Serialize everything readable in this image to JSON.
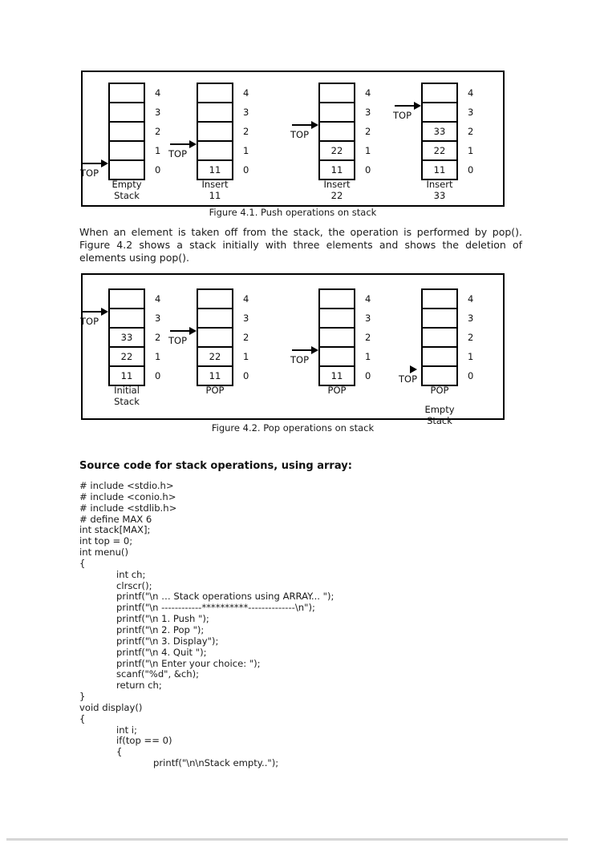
{
  "figures": [
    {
      "caption": "Figure 4.1. Push operations on stack",
      "top_label": "TOP",
      "index_labels": [
        "4",
        "3",
        "2",
        "1",
        "0"
      ],
      "stacks": [
        {
          "cells_bottom_up": [
            "",
            "",
            "",
            "",
            ""
          ],
          "top_index": 0,
          "label_lines": [
            "Empty",
            "Stack"
          ]
        },
        {
          "cells_bottom_up": [
            "11",
            "",
            "",
            "",
            ""
          ],
          "top_index": 1,
          "label_lines": [
            "Insert",
            "11"
          ]
        },
        {
          "cells_bottom_up": [
            "11",
            "22",
            "",
            "",
            ""
          ],
          "top_index": 2,
          "label_lines": [
            "Insert",
            "22"
          ]
        },
        {
          "cells_bottom_up": [
            "11",
            "22",
            "33",
            "",
            ""
          ],
          "top_index": 3,
          "label_lines": [
            "Insert",
            "33"
          ]
        }
      ]
    },
    {
      "caption": "Figure 4.2. Pop operations on stack",
      "top_label": "TOP",
      "index_labels": [
        "4",
        "3",
        "2",
        "1",
        "0"
      ],
      "stacks": [
        {
          "cells_bottom_up": [
            "11",
            "22",
            "33",
            "",
            ""
          ],
          "top_index": 3,
          "label_lines": [
            "Initial",
            "Stack"
          ]
        },
        {
          "cells_bottom_up": [
            "11",
            "22",
            "",
            "",
            ""
          ],
          "top_index": 2,
          "label_lines": [
            "POP"
          ]
        },
        {
          "cells_bottom_up": [
            "11",
            "",
            "",
            "",
            ""
          ],
          "top_index": 1,
          "label_lines": [
            "POP"
          ]
        },
        {
          "cells_bottom_up": [
            "",
            "",
            "",
            "",
            ""
          ],
          "top_index": 0,
          "label_lines": [
            "POP"
          ],
          "sub_label_lines": [
            "Empty",
            "Stack"
          ],
          "arrow_short": true
        }
      ]
    }
  ],
  "paragraph": {
    "lines": [
      "When an element is taken off from the stack, the operation is performed by pop().",
      "Figure 4.2 shows a stack initially with three elements and shows the deletion of",
      "elements using pop()."
    ]
  },
  "code": {
    "heading": "Source code for stack operations, using array:",
    "lines": [
      "# include <stdio.h>",
      "# include <conio.h>",
      "# include <stdlib.h>",
      "# define MAX 6",
      "int stack[MAX];",
      "int top = 0;",
      "int menu()",
      "{",
      "\tint ch;",
      "\tclrscr();",
      "\tprintf(\"\\n … Stack operations using ARRAY... \");",
      "\tprintf(\"\\n ------------**********--------------\\n\");",
      "\tprintf(\"\\n 1. Push \");",
      "\tprintf(\"\\n 2. Pop \");",
      "\tprintf(\"\\n 3. Display\");",
      "\tprintf(\"\\n 4. Quit \");",
      "\tprintf(\"\\n Enter your choice: \");",
      "\tscanf(\"%d\", &ch);",
      "\treturn ch;",
      "}",
      "void display()",
      "{",
      "\tint i;",
      "\tif(top == 0)",
      "\t{",
      "\t\tprintf(\"\\n\\nStack empty..\");"
    ]
  }
}
